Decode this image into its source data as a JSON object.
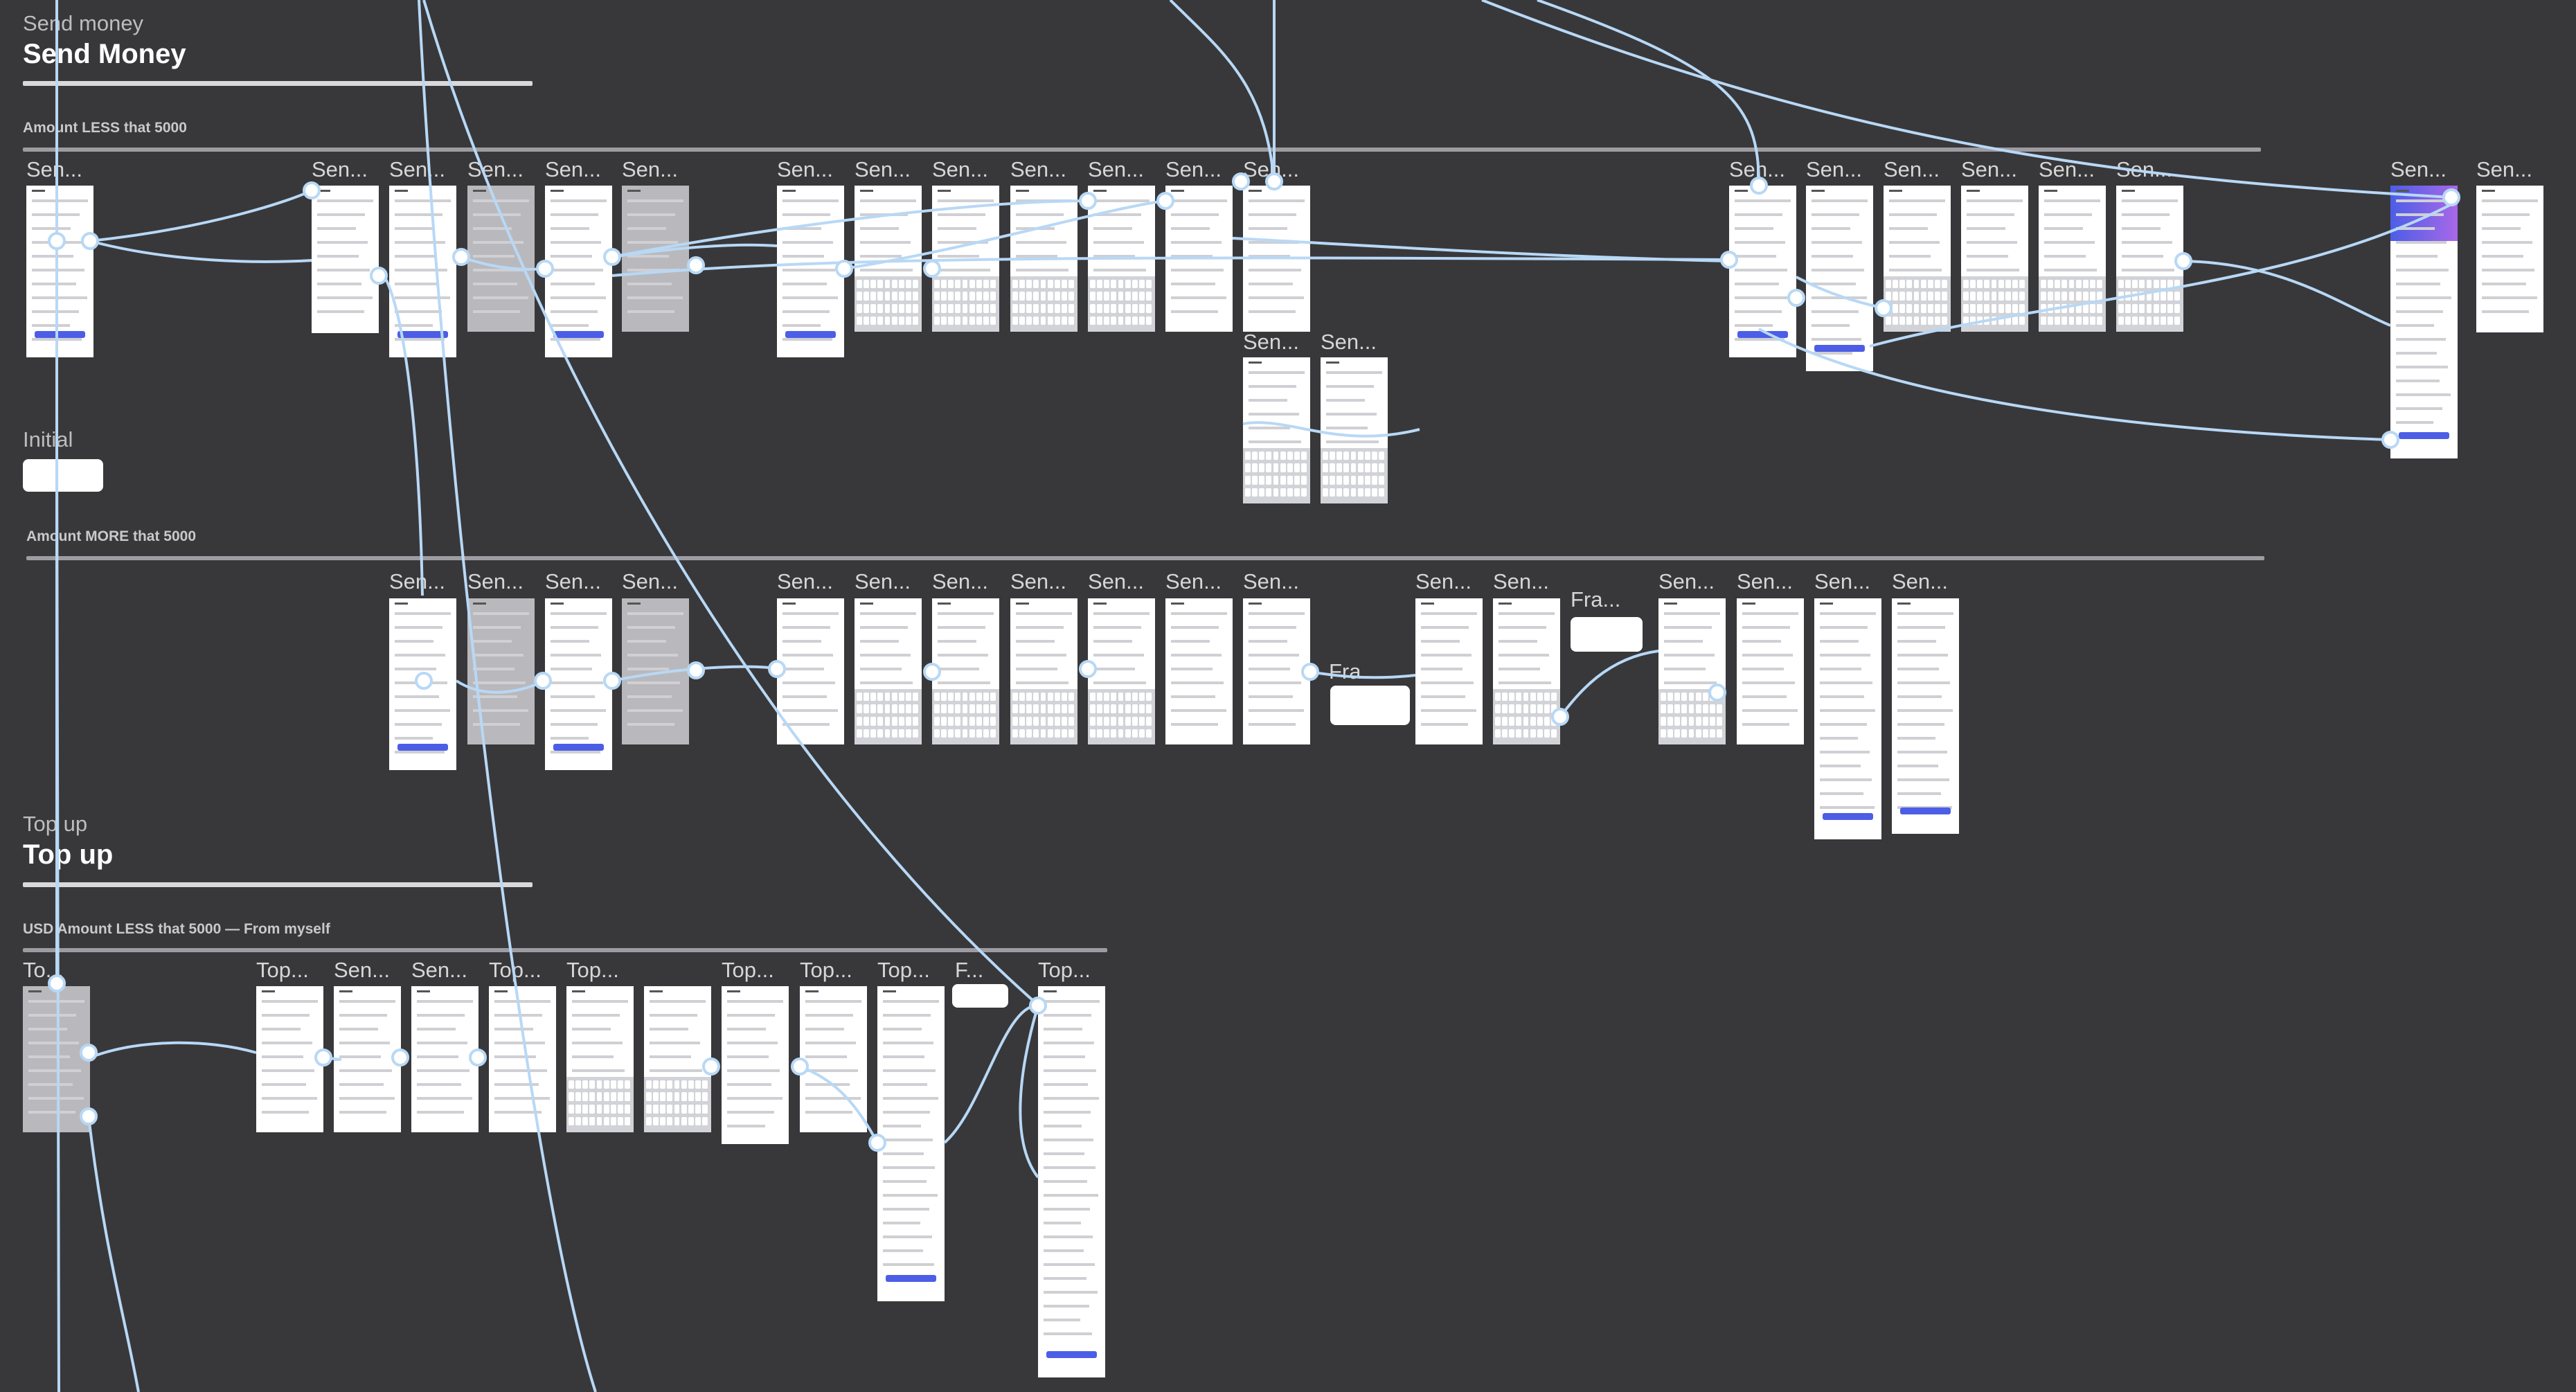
{
  "sections": {
    "send_money_small": "Send money",
    "send_money_title": "Send Money",
    "amount_less": "Amount LESS that 5000",
    "initial": "Initial",
    "amount_more": "Amount MORE that 5000",
    "top_up_small": "Top up",
    "top_up_title": "Top up",
    "usd_amount_less": "USD Amount LESS that 5000 — From myself"
  },
  "frame_labels": {
    "sen": "Sen...",
    "top": "Top...",
    "fra": "Fra...",
    "f": "F...",
    "to": "To..."
  },
  "colors": {
    "canvas": "#38383b",
    "wire": "#b8d8f5",
    "accent": "#4c5ee6",
    "rule": "#d9d9dd"
  }
}
